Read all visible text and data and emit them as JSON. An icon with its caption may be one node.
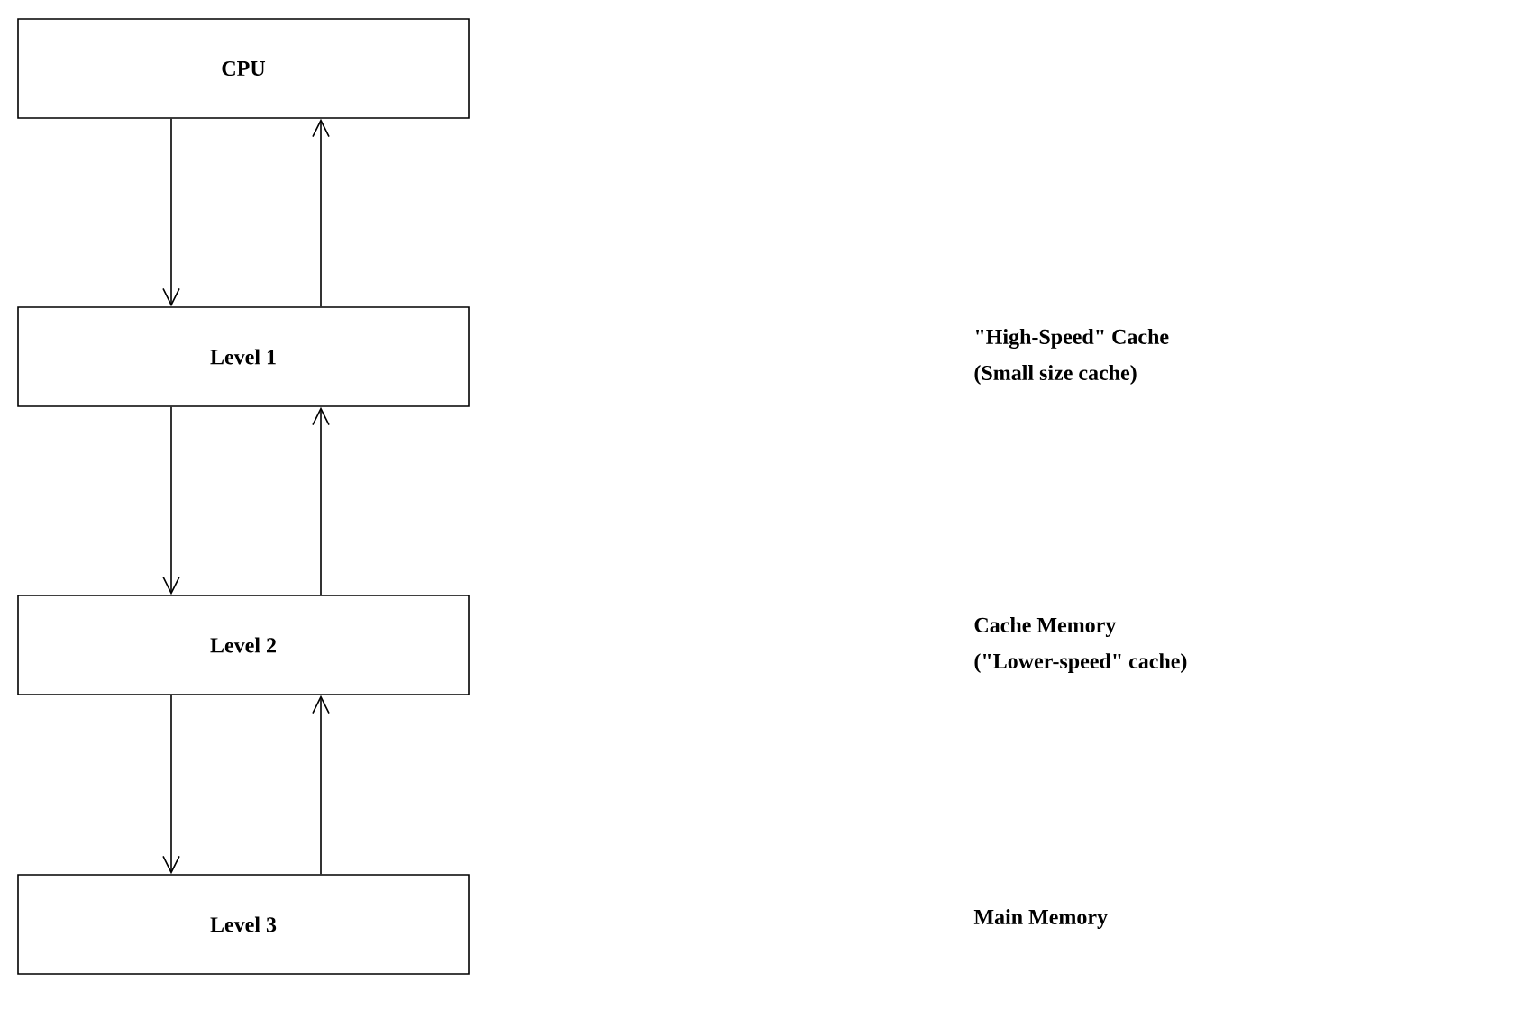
{
  "diagram": {
    "nodes": [
      {
        "text": [
          "CPU"
        ]
      },
      {
        "text": [
          "Level 1"
        ],
        "beside": [
          "\"High-Speed\" Cache",
          "(Small size cache)"
        ]
      },
      {
        "text": [
          "Level 2"
        ],
        "beside": [
          "Cache Memory",
          "(\"Lower-speed\" cache)"
        ]
      },
      {
        "text": [
          "Level 3"
        ]
      }
    ],
    "labels": [
      "Main Memory"
    ],
    "edges": [
      {
        "from": 0,
        "to": 1,
        "arrow": "to"
      },
      {
        "from": 1,
        "to": 0,
        "arrow": "to"
      },
      {
        "from": 1,
        "to": 2,
        "arrow": "to"
      },
      {
        "from": 2,
        "to": 1,
        "arrow": "to"
      },
      {
        "from": 2,
        "to": 3,
        "arrow": "to"
      },
      {
        "from": 3,
        "to": 2,
        "arrow": "to"
      }
    ]
  }
}
